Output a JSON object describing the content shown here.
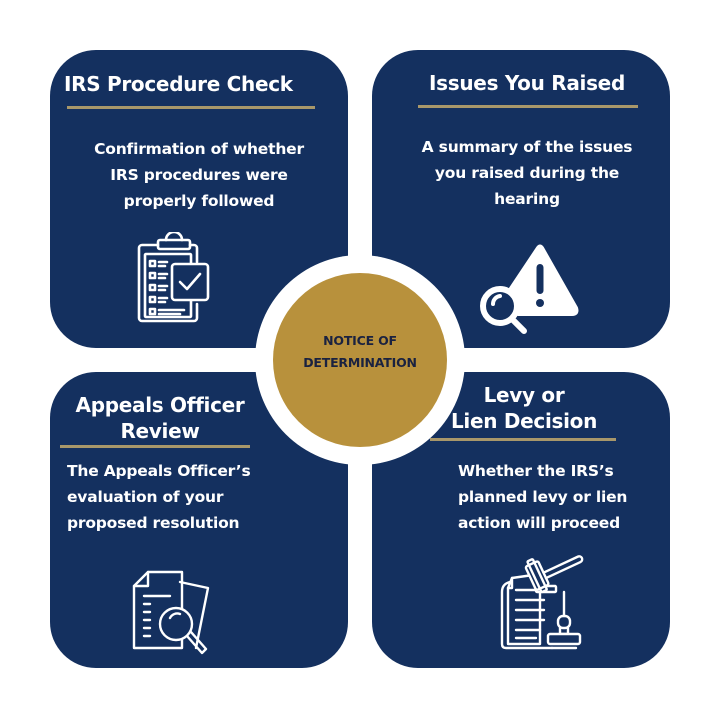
{
  "colors": {
    "panel": "#14305f",
    "accent_rule": "#a8976a",
    "center_gold": "#b8913c",
    "center_text": "#1a2240",
    "text": "#ffffff",
    "background": "#ffffff"
  },
  "center": {
    "lines": [
      "NOTICE OF",
      "DETERMINATION"
    ]
  },
  "panels": {
    "irs_procedure_check": {
      "title": [
        "IRS Procedure Check"
      ],
      "body": [
        "Confirmation of whether",
        "IRS procedures were",
        "properly followed"
      ],
      "icon": "clipboard-checklist-icon"
    },
    "issues_you_raised": {
      "title": [
        "Issues You Raised"
      ],
      "body": [
        "A summary of the issues",
        "you raised during the",
        "hearing"
      ],
      "icon": "warning-magnifier-icon"
    },
    "appeals_officer_review": {
      "title": [
        "Appeals Officer",
        "Review"
      ],
      "body": [
        "The Appeals Officer’s",
        "evaluation of your",
        "proposed resolution"
      ],
      "icon": "document-magnifier-icon"
    },
    "levy_or_lien_decision": {
      "title": [
        "Levy or",
        "Lien Decision"
      ],
      "body": [
        "Whether the IRS’s",
        "planned levy or lien",
        "action will proceed"
      ],
      "icon": "gavel-document-stamp-icon"
    }
  }
}
